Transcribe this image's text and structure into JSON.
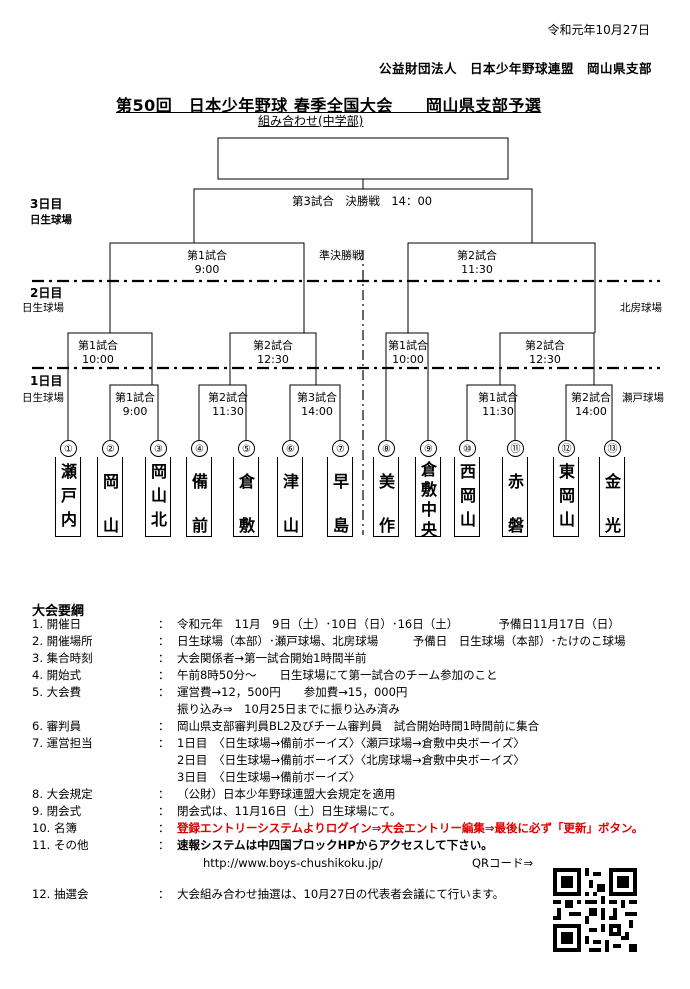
{
  "header": {
    "date": "令和元年10月27日",
    "organization": "公益財団法人　日本少年野球連盟　岡山県支部",
    "title": "第50回　日本少年野球 春季全国大会　　岡山県支部予選",
    "subtitle": "組み合わせ(中学部)"
  },
  "bracket": {
    "day3": "3日目",
    "day3_venue": "日生球場",
    "final_label": "第3試合　決勝戦　14：00",
    "semifinal_label": "準決勝戦",
    "day2": "2日目",
    "day2_venue_left": "日生球場",
    "day2_venue_right": "北房球場",
    "day1": "1日目",
    "day1_venue_left": "日生球場",
    "day1_venue_right": "瀬戸球場",
    "matches": {
      "semi1": {
        "label": "第1試合",
        "time": "9:00"
      },
      "semi2": {
        "label": "第2試合",
        "time": "11:30"
      },
      "qf_l1": {
        "label": "第1試合",
        "time": "10:00"
      },
      "qf_l2": {
        "label": "第2試合",
        "time": "12:30"
      },
      "qf_r1": {
        "label": "第1試合",
        "time": "10:00"
      },
      "qf_r2": {
        "label": "第2試合",
        "time": "12:30"
      },
      "r1_l1": {
        "label": "第1試合",
        "time": "9:00"
      },
      "r1_l2": {
        "label": "第2試合",
        "time": "11:30"
      },
      "r1_l3": {
        "label": "第3試合",
        "time": "14:00"
      },
      "r1_r1": {
        "label": "第1試合",
        "time": "11:30"
      },
      "r1_r2": {
        "label": "第2試合",
        "time": "14:00"
      }
    },
    "teams": [
      {
        "num": "①",
        "name": [
          "瀬",
          "戸",
          "内"
        ]
      },
      {
        "num": "②",
        "name": [
          "岡",
          "山"
        ]
      },
      {
        "num": "③",
        "name": [
          "岡",
          "山",
          "北"
        ]
      },
      {
        "num": "④",
        "name": [
          "備",
          "前"
        ]
      },
      {
        "num": "⑤",
        "name": [
          "倉",
          "敷"
        ]
      },
      {
        "num": "⑥",
        "name": [
          "津",
          "山"
        ]
      },
      {
        "num": "⑦",
        "name": [
          "早",
          "島"
        ]
      },
      {
        "num": "⑧",
        "name": [
          "美",
          "作"
        ]
      },
      {
        "num": "⑨",
        "name": [
          "倉",
          "敷",
          "中",
          "央"
        ]
      },
      {
        "num": "⑩",
        "name": [
          "西",
          "岡",
          "山"
        ]
      },
      {
        "num": "⑪",
        "name": [
          "赤",
          "磐"
        ]
      },
      {
        "num": "⑫",
        "name": [
          "東",
          "岡",
          "山"
        ]
      },
      {
        "num": "⑬",
        "name": [
          "金",
          "光"
        ]
      }
    ]
  },
  "outline": {
    "heading": "大会要綱",
    "colon": "：",
    "items": [
      {
        "key": "1. 開催日",
        "lines": [
          "令和元年　11月　9日（土）･10日（日）･16日（土）　　　　予備日11月17日（日）"
        ]
      },
      {
        "key": "2. 開催場所",
        "lines": [
          "日生球場（本部）･瀬戸球場、北房球場　　　予備日　日生球場（本部）･たけのこ球場"
        ]
      },
      {
        "key": "3. 集合時刻",
        "lines": [
          "大会関係者→第一試合開始1時間半前"
        ]
      },
      {
        "key": "4. 開始式",
        "lines": [
          "午前8時50分～　　日生球場にて第一試合のチーム参加のこと"
        ]
      },
      {
        "key": "5. 大会費",
        "lines": [
          "運営費→12，500円　　参加費→15，000円",
          "振り込み⇒　10月25日までに振り込み済み"
        ]
      },
      {
        "key": "6. 審判員",
        "lines": [
          "岡山県支部審判員BL2及びチーム審判員　試合開始時間1時間前に集合"
        ]
      },
      {
        "key": "7. 運営担当",
        "lines": [
          "1日目　〈日生球場→備前ボーイズ〉〈瀬戸球場→倉敷中央ボーイズ〉",
          "2日目　〈日生球場→備前ボーイズ〉〈北房球場→倉敷中央ボーイズ〉",
          "3日目　〈日生球場→備前ボーイズ〉"
        ]
      },
      {
        "key": "8. 大会規定",
        "lines": [
          "（公財）日本少年野球連盟大会規定を適用"
        ]
      },
      {
        "key": "9. 閉会式",
        "lines": [
          "閉会式は、11月16日（土）日生球場にて。"
        ]
      },
      {
        "key": "10. 名簿",
        "lines": [
          "登録エントリーシステムよりログイン⇒大会エントリー編集⇒最後に必ず「更新」ボタン。"
        ]
      },
      {
        "key": "11. その他",
        "lines": [
          "速報システムは中四国ブロックHPからアクセスして下さい。",
          "http://www.boys-chushikoku.jp/",
          "QRコード⇒"
        ]
      },
      {
        "key": "12. 抽選会",
        "lines": [
          "大会組み合わせ抽選は、10月27日の代表者会議にて行います。"
        ]
      }
    ]
  },
  "qr": {
    "icon": "qr-code-icon"
  }
}
